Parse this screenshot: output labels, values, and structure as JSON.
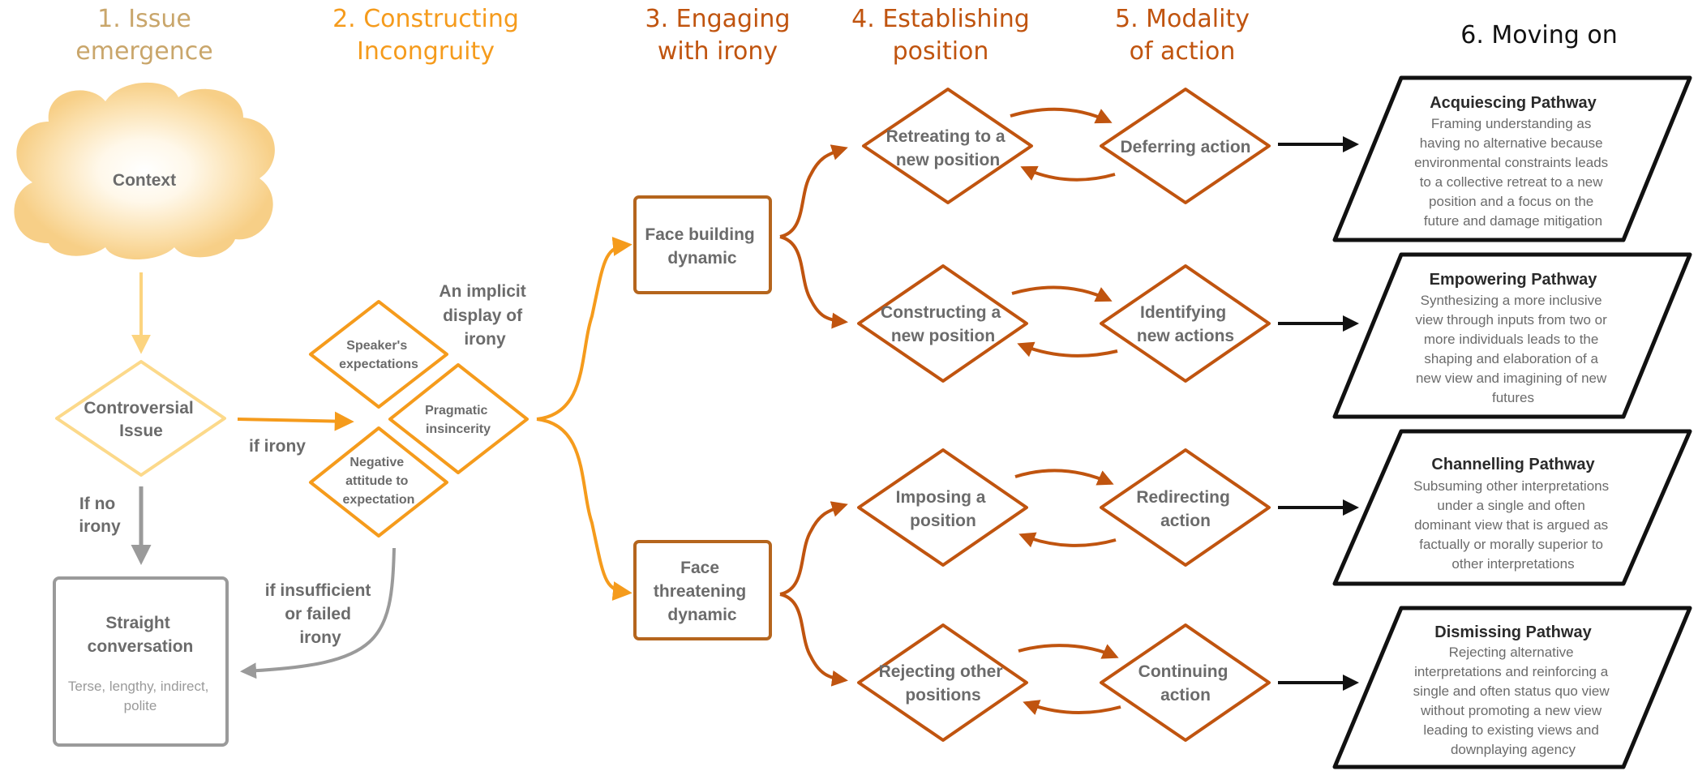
{
  "headers": {
    "h1": {
      "line1": "1. Issue",
      "line2": "emergence"
    },
    "h2": {
      "line1": "2. Constructing",
      "line2": "Incongruity"
    },
    "h3": {
      "line1": "3. Engaging",
      "line2": "with irony"
    },
    "h4": {
      "line1": "4. Establishing",
      "line2": "position"
    },
    "h5": {
      "line1": "5. Modality",
      "line2": "of action"
    },
    "h6": {
      "line1": "6. Moving on"
    }
  },
  "context": {
    "label": "Context"
  },
  "controversial": {
    "line1": "Controversial",
    "line2": "Issue"
  },
  "labels": {
    "if_irony": "if irony",
    "if_no_irony": {
      "line1": "If no",
      "line2": "irony"
    },
    "insufficient": {
      "line1": "if insufficient",
      "line2": "or failed",
      "line3": "irony"
    },
    "implicit": {
      "line1": "An implicit",
      "line2": "display of",
      "line3": "irony"
    }
  },
  "straight": {
    "title1": "Straight",
    "title2": "conversation",
    "desc1": "Terse, lengthy, indirect,",
    "desc2": "polite"
  },
  "incongruity": {
    "speaker": {
      "line1": "Speaker's",
      "line2": "expectations"
    },
    "pragmatic": {
      "line1": "Pragmatic",
      "line2": "insincerity"
    },
    "negative": {
      "line1": "Negative",
      "line2": "attitude to",
      "line3": "expectation"
    }
  },
  "dynamics": {
    "face_building": {
      "line1": "Face building",
      "line2": "dynamic"
    },
    "face_threatening": {
      "line1": "Face",
      "line2": "threatening",
      "line3": "dynamic"
    }
  },
  "positions": {
    "retreating": {
      "line1": "Retreating to a",
      "line2": "new position"
    },
    "constructing": {
      "line1": "Constructing a",
      "line2": "new position"
    },
    "imposing": {
      "line1": "Imposing a",
      "line2": "position"
    },
    "rejecting": {
      "line1": "Rejecting other",
      "line2": "positions"
    }
  },
  "actions": {
    "deferring": {
      "line1": "Deferring action"
    },
    "identifying": {
      "line1": "Identifying",
      "line2": "new actions"
    },
    "redirecting": {
      "line1": "Redirecting",
      "line2": "action"
    },
    "continuing": {
      "line1": "Continuing",
      "line2": "action"
    }
  },
  "pathways": {
    "acquiescing": {
      "title": "Acquiescing Pathway",
      "lines": [
        "Framing understanding as",
        "having no alternative because",
        "environmental constraints leads",
        "to a collective retreat to a new",
        "position and a focus on the",
        "future and damage mitigation"
      ]
    },
    "empowering": {
      "title": "Empowering Pathway",
      "lines": [
        "Synthesizing a more inclusive",
        "view through inputs from two or",
        "more individuals leads to the",
        "shaping and elaboration of a",
        "new view and imagining of new",
        "futures"
      ]
    },
    "channelling": {
      "title": "Channelling Pathway",
      "lines": [
        "Subsuming other interpretations",
        "under a single and often",
        "dominant view that is argued as",
        "factually or morally superior to",
        "other interpretations"
      ]
    },
    "dismissing": {
      "title": "Dismissing Pathway",
      "lines": [
        "Rejecting alternative",
        "interpretations and reinforcing a",
        "single and often status quo view",
        "without promoting a new view",
        "leading to existing views and",
        "downplaying agency"
      ]
    }
  },
  "colors": {
    "tan": "#c9a66b",
    "orange": "#f59b1c",
    "rust": "#c0540f",
    "gray": "#9a9a9a",
    "darkgray": "#6b6b6b",
    "yellow": "#fcd98a",
    "brown": "#b5651d",
    "black": "#111111"
  }
}
